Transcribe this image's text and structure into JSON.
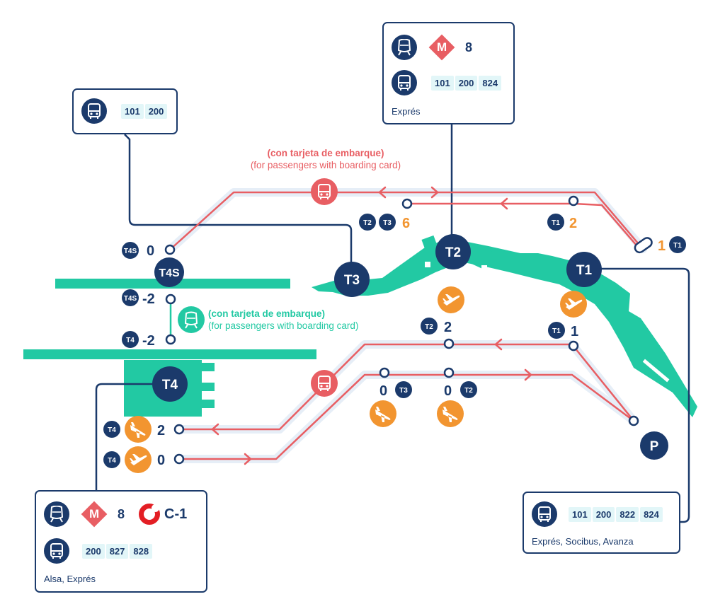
{
  "boxes": {
    "t3_box": {
      "routes": [
        "101",
        "200"
      ]
    },
    "t2_box": {
      "metro_line": "M",
      "metro_number": "8",
      "routes": [
        "101",
        "200",
        "824"
      ],
      "footer": "Exprés"
    },
    "t4_box": {
      "metro_line": "M",
      "metro_number": "8",
      "cercanias_line": "C-1",
      "routes": [
        "200",
        "827",
        "828"
      ],
      "footer": "Alsa, Exprés"
    },
    "t1_box": {
      "routes": [
        "101",
        "200",
        "822",
        "824"
      ],
      "footer": "Exprés, Socibus, Avanza"
    }
  },
  "notes": {
    "bus_shuttle": {
      "bold": "(con tarjeta de embarque)",
      "normal": "(for passengers with boarding card)"
    },
    "train_shuttle": {
      "bold": "(con tarjeta de embarque)",
      "normal": "(for passengers with boarding card)"
    }
  },
  "terminals": {
    "t1": "T1",
    "t2": "T2",
    "t3": "T3",
    "t4": "T4",
    "t4s": "T4S"
  },
  "stops": {
    "t4s_top": {
      "tag": "T4S",
      "level": "0"
    },
    "t4s_bottom": {
      "tag": "T4S",
      "level": "-2"
    },
    "t4_train": {
      "tag": "T4",
      "level": "-2"
    },
    "t1_top": {
      "tag": "T1",
      "level": "1"
    },
    "t2t3_top": {
      "tags": [
        "T2",
        "T3"
      ],
      "level": "6"
    },
    "t1_upper": {
      "tag": "T1",
      "level": "2"
    },
    "t2_mid": {
      "tag": "T2",
      "level": "2"
    },
    "t1_mid": {
      "tag": "T1",
      "level": "1"
    },
    "t3_low": {
      "tag": "T3",
      "level": "0"
    },
    "t2_low": {
      "tag": "T2",
      "level": "0"
    },
    "t4_arrivals": {
      "tag": "T4",
      "level": "2"
    },
    "t4_departures": {
      "tag": "T4",
      "level": "0"
    },
    "parking": "P"
  },
  "colors": {
    "navy": "#1b3a6b",
    "shuttle_red": "#e85e63",
    "terminal_green": "#22c9a3",
    "orange": "#f29530",
    "chip_bg": "#e2f6f8"
  },
  "icons": [
    "bus-icon",
    "metro-train-icon",
    "metro-logo-icon",
    "cercanias-logo-icon",
    "plane-departure-icon",
    "plane-arrival-icon"
  ]
}
